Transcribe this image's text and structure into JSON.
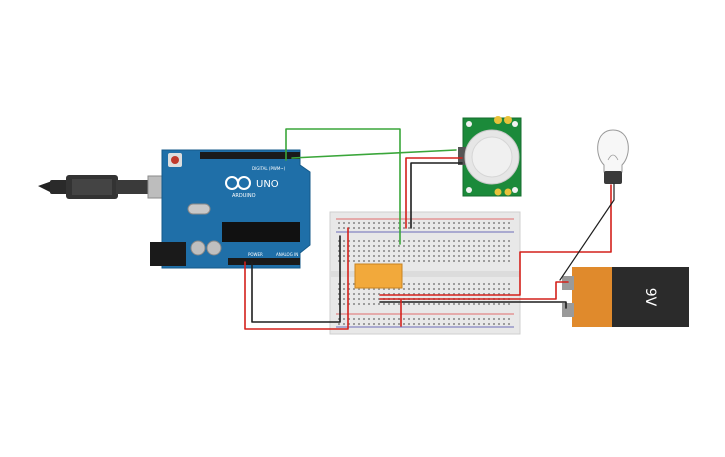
{
  "arduino": {
    "brand": "ARDUINO",
    "model": "UNO",
    "digital_header_label": "DIGITAL (PWM~)",
    "power_label": "POWER",
    "analog_label": "ANALOG IN",
    "chip_label": "",
    "board_color": "#1f6fa8"
  },
  "pir_sensor": {
    "label_top": "",
    "label_bottom": "",
    "board_color": "#1b8a3a"
  },
  "relay": {
    "label_line1": "",
    "label_line2": "",
    "label_line3": "",
    "label_line4": "",
    "color": "#f2a93b"
  },
  "battery": {
    "label": "9V",
    "body_color": "#2b2b2b",
    "cap_color": "#e08a2c"
  },
  "wire_colors": {
    "red": "#d4211b",
    "black": "#1e1e1e",
    "green": "#3aa63a"
  }
}
